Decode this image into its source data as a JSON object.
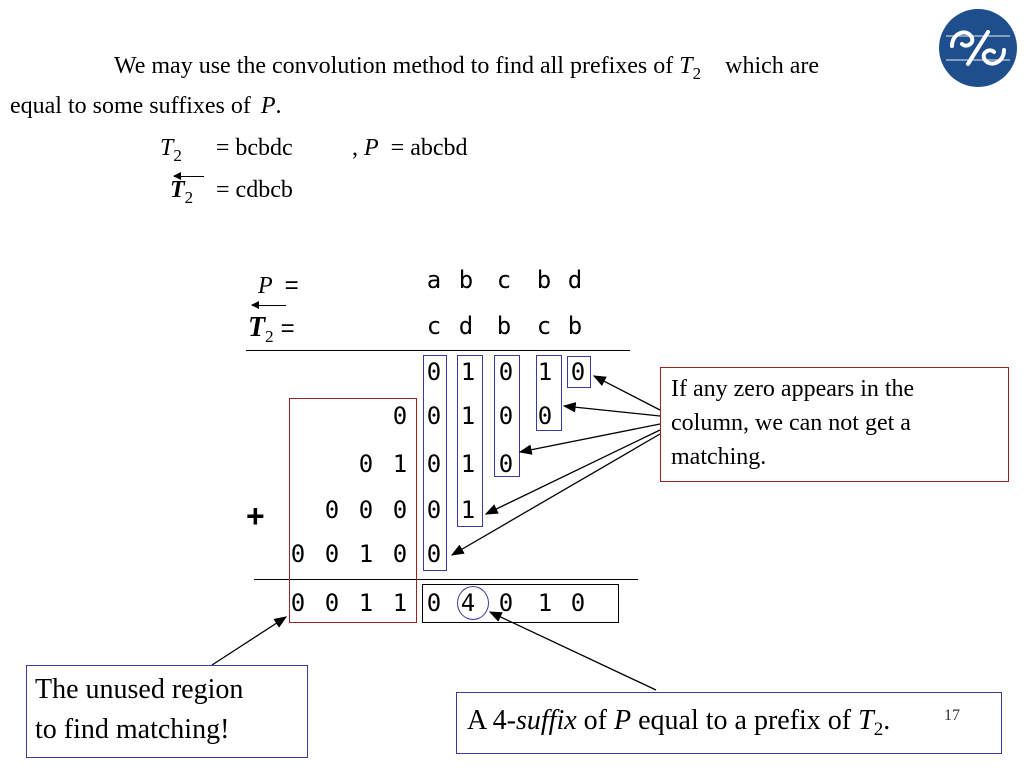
{
  "slide": {
    "intro_line1": "We may use the convolution method to find all prefixes of",
    "intro_line1_var": "T",
    "intro_line1_sub": "2",
    "intro_line1_tail": "which are",
    "intro_line2_head": "equal to some suffixes of",
    "intro_line2_var": "P",
    "intro_line2_tail": ".",
    "def_t2_var": "T",
    "def_t2_sub": "2",
    "def_t2_value": "= bcbdc",
    "def_sep": ",",
    "def_p_var": "P",
    "def_p_value": "= abcbd",
    "def_rev_var": "T",
    "def_rev_sub": "2",
    "def_rev_value": "= cdbcb",
    "page_number": "17"
  },
  "table": {
    "p_label": "P",
    "p_eq": "=",
    "t_label": "T",
    "t_sub": "2",
    "t_eq": "=",
    "p_chars": [
      "a",
      "b",
      "c",
      "b",
      "d"
    ],
    "t_chars": [
      "c",
      "d",
      "b",
      "c",
      "b"
    ],
    "rows": [
      [
        "",
        "",
        "",
        "",
        "0",
        "1",
        "0",
        "1",
        "0"
      ],
      [
        "",
        "",
        "",
        "0",
        "0",
        "1",
        "0",
        "0",
        ""
      ],
      [
        "",
        "",
        "0",
        "1",
        "0",
        "1",
        "0",
        "",
        ""
      ],
      [
        "",
        "0",
        "0",
        "0",
        "0",
        "1",
        "",
        "",
        ""
      ],
      [
        "0",
        "0",
        "1",
        "0",
        "0",
        "",
        "",
        "",
        ""
      ]
    ],
    "plus_sign": "+",
    "result": [
      "0",
      "0",
      "1",
      "1",
      "0",
      "4",
      "0",
      "1",
      "0"
    ]
  },
  "callouts": {
    "zero_note": "If any zero appears in the column,  we can not get a matching.",
    "unused_note_line1": "The unused region",
    "unused_note_line2": "to find matching!",
    "suffix_note_a": "A 4-",
    "suffix_note_b": "suffix",
    "suffix_note_c": "of",
    "suffix_note_d": "P",
    "suffix_note_e": "equal to a prefix of",
    "suffix_note_f": "T",
    "suffix_note_g": "2",
    "suffix_note_h": "."
  },
  "colors": {
    "blue_box": "#3b3b9e",
    "red_box": "#a02020",
    "logo_blue": "#1e4e8c"
  },
  "icons": {
    "logo": "university-seal-icon"
  }
}
